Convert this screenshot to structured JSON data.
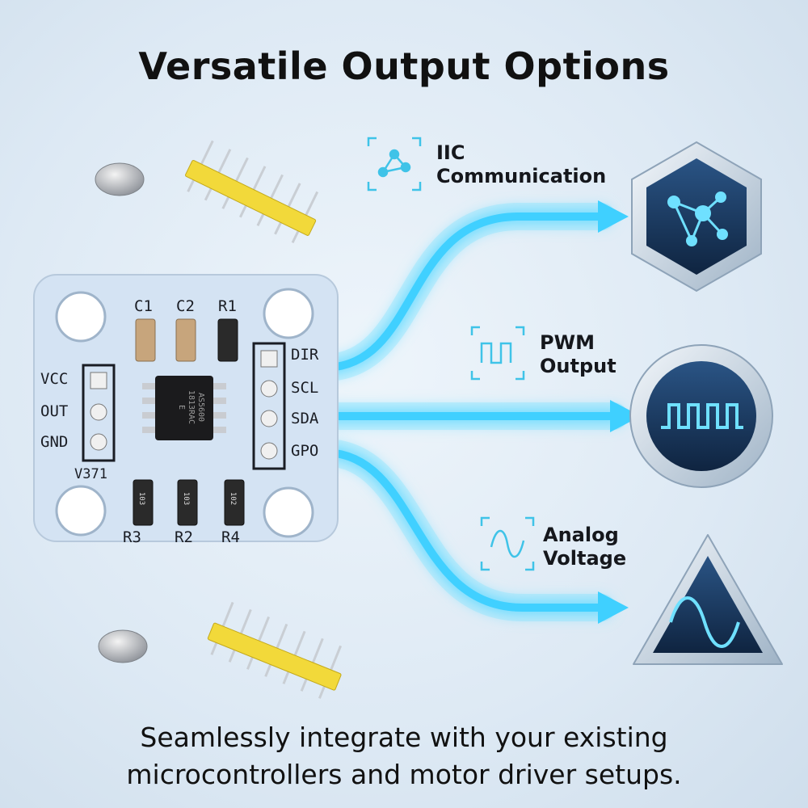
{
  "title": "Versatile Output Options",
  "caption": {
    "line1": "Seamlessly integrate with your existing",
    "line2": "microcontrollers and motor driver setups."
  },
  "outputs": [
    {
      "line1": "IIC",
      "line2": "Communication",
      "icon": "network-nodes-icon"
    },
    {
      "line1": "PWM",
      "line2": "Output",
      "icon": "square-wave-icon"
    },
    {
      "line1": "Analog",
      "line2": "Voltage",
      "icon": "sine-wave-icon"
    }
  ],
  "board": {
    "chip_line1": "AS5600",
    "chip_line2": "1813RAC",
    "chip_line3": "E",
    "left_pins": [
      "VCC",
      "OUT",
      "GND"
    ],
    "right_pins": [
      "DIR",
      "SCL",
      "SDA",
      "GPO"
    ],
    "top_components": [
      "C1",
      "C2",
      "R1"
    ],
    "bottom_components": [
      "R3",
      "R2",
      "R4"
    ],
    "resistor_codes": [
      "103",
      "103",
      "102"
    ],
    "version": "V371"
  },
  "colors": {
    "accent": "#3fd0ff",
    "board": "#d7e6f6",
    "badge": "#1d3d63"
  }
}
